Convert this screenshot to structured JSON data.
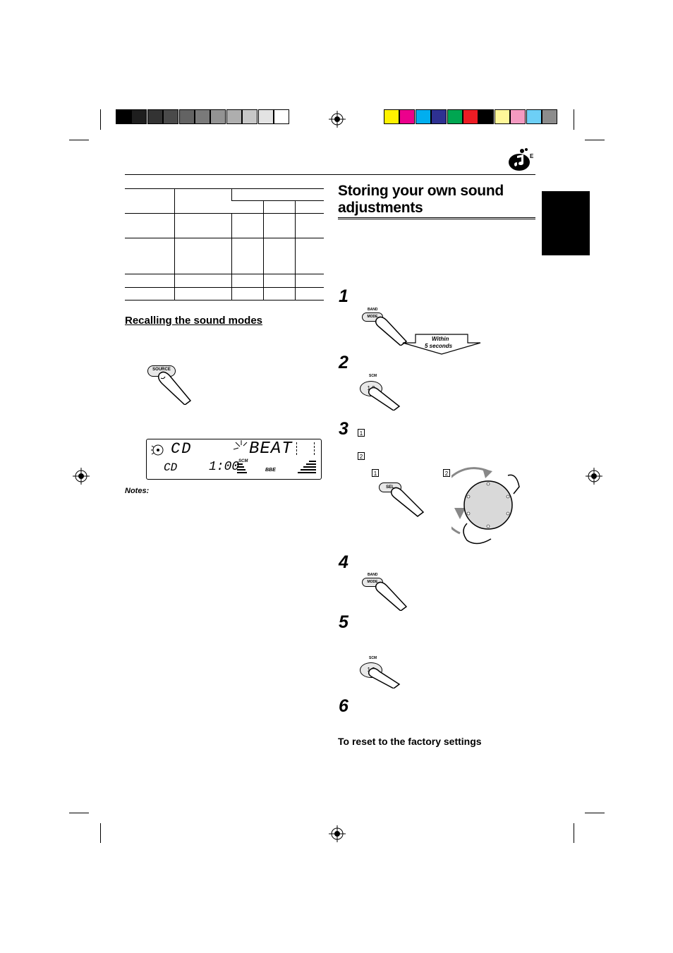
{
  "color_bar": {
    "gray_swatches": [
      "#000000",
      "#1e1e1e",
      "#333333",
      "#4a4a4a",
      "#636363",
      "#7a7a7a",
      "#939393",
      "#aeaeae",
      "#c7c7c7",
      "#e3e3e3",
      "#ffffff"
    ],
    "color_swatches": [
      "#fff200",
      "#ec008c",
      "#00aeef",
      "#2e3192",
      "#00a651",
      "#ed1c24",
      "#000000",
      "#fff799",
      "#f49ac1",
      "#6dcff6",
      "#8c8c8c"
    ]
  },
  "right_column": {
    "title_line1": "Storing your own sound",
    "title_line2": "adjustments",
    "steps": [
      "1",
      "2",
      "3",
      "4",
      "5",
      "6"
    ],
    "within_label": "Within",
    "within_value": "5 seconds",
    "sub_markers": [
      "1",
      "2"
    ],
    "reset_heading": "To reset to the factory settings"
  },
  "left_column": {
    "recall_heading": "Recalling the sound modes",
    "notes_label": "Notes:",
    "display": {
      "source_text": "CD",
      "mode_text": "BEAT",
      "track_text": "CD",
      "time_text": "1:00",
      "scm_label": "SCM",
      "bbe_label": "BBE"
    }
  },
  "buttons": {
    "mode_top": "BAND",
    "mode_label": "MODE",
    "scm_label": "SCM",
    "source_label": "SOURCE",
    "sel_label": "SEL"
  }
}
